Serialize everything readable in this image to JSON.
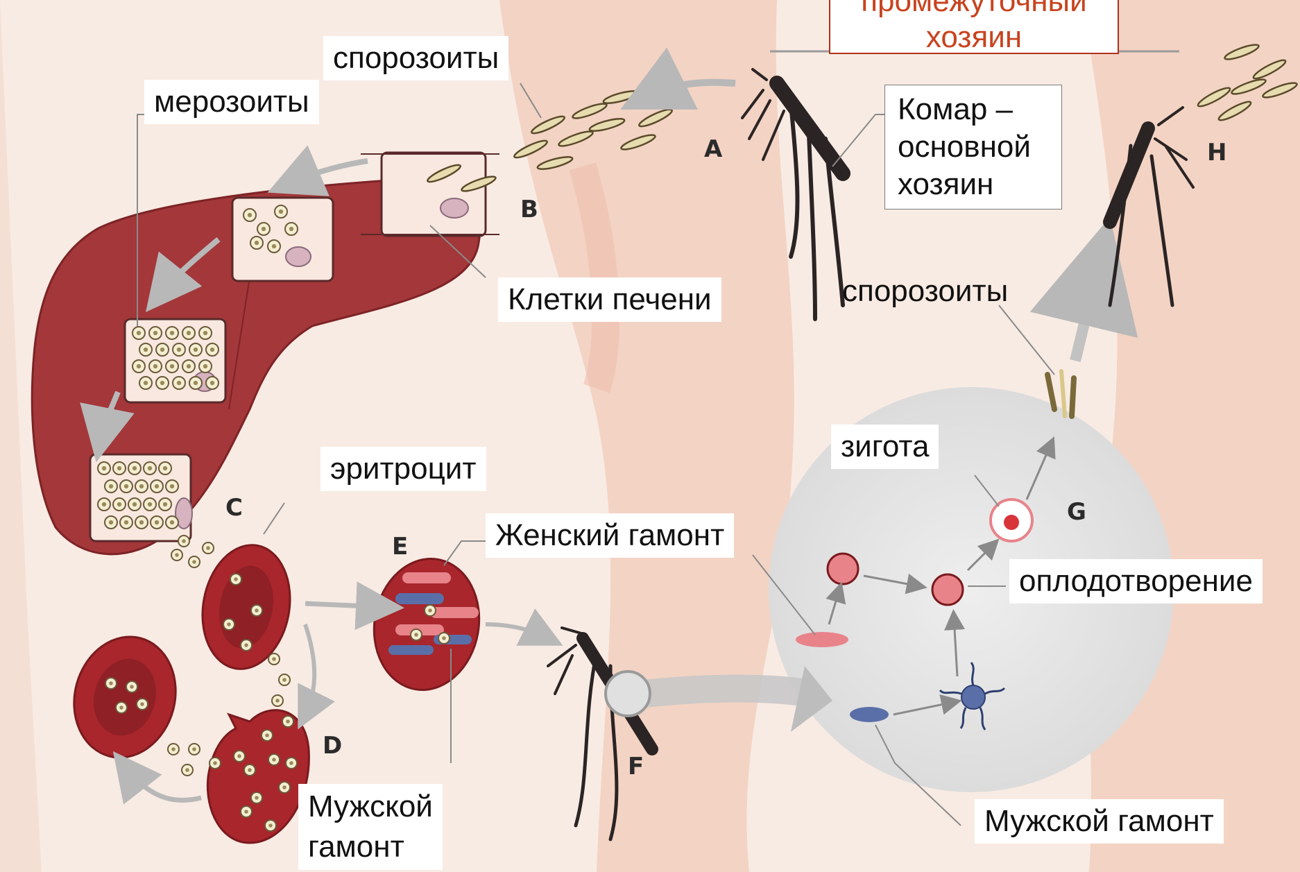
{
  "labels": {
    "intermediate_host_line1": "промежуточный",
    "intermediate_host_line2": "хозяин",
    "sporozoites_top": "спорозоиты",
    "merozoites": "мерозоиты",
    "mosquito_line1": "Комар –",
    "mosquito_line2": "основной",
    "mosquito_line3": "хозяин",
    "liver_cells": "Клетки печени",
    "sporozoites_right": "спорозоиты",
    "zygote": "зигота",
    "erythrocyte": "эритроцит",
    "female_gamont": "Женский гамонт",
    "fertilization": "оплодотворение",
    "male_gamont_left_line1": "Мужской",
    "male_gamont_left_line2": "гамонт",
    "male_gamont_right": "Мужской гамонт"
  },
  "stages": [
    "A",
    "B",
    "C",
    "D",
    "E",
    "F",
    "G",
    "H"
  ],
  "colors": {
    "background": "#f7e6dc",
    "body": "#f3d6c8",
    "liver": "#a3373a",
    "erythrocyte": "#a8262c",
    "female_gamont": "#e8838a",
    "male_gamont": "#5a6fa8",
    "label_border_red": "#b0311a",
    "label_text_red": "#c8431f"
  }
}
